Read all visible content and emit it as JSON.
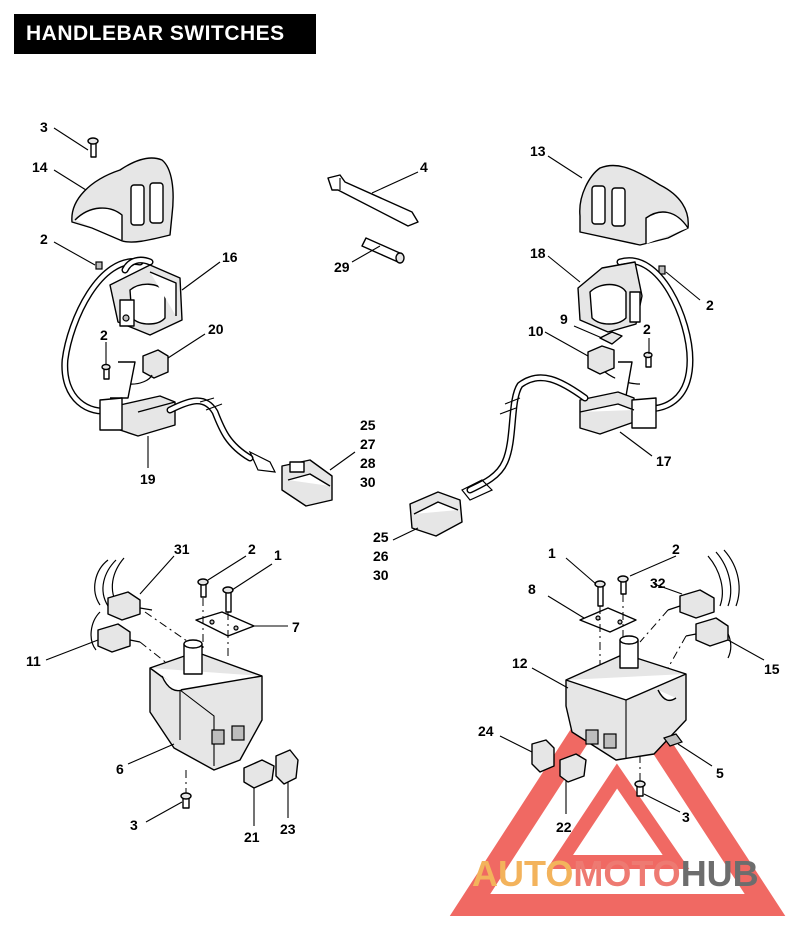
{
  "header": {
    "title": "HANDLEBAR SWITCHES"
  },
  "callouts": {
    "c3_tl": "3",
    "c14": "14",
    "c2_tl": "2",
    "c16": "16",
    "c2_ml": "2",
    "c20": "20",
    "c19": "19",
    "c4": "4",
    "c29": "29",
    "c13": "13",
    "c18": "18",
    "c2_tr": "2",
    "c9": "9",
    "c10": "10",
    "c2_mr": "2",
    "c17": "17",
    "c25a": "25",
    "c27": "27",
    "c28": "28",
    "c30a": "30",
    "c25b": "25",
    "c26": "26",
    "c30b": "30",
    "c31": "31",
    "c2_bl": "2",
    "c1_bl": "1",
    "c7": "7",
    "c11": "11",
    "c6": "6",
    "c3_bl": "3",
    "c21": "21",
    "c23": "23",
    "c1_br": "1",
    "c2_br": "2",
    "c8": "8",
    "c32": "32",
    "c12": "12",
    "c15": "15",
    "c24": "24",
    "c5": "5",
    "c22": "22",
    "c3_br": "3"
  },
  "watermark": {
    "part1": "AUTO",
    "part2": "MOTO",
    "part3": "HUB"
  },
  "colors": {
    "watermark_red": "#e8231a",
    "watermark_orange": "#f3b35c",
    "watermark_gray": "#6d6d6d"
  }
}
